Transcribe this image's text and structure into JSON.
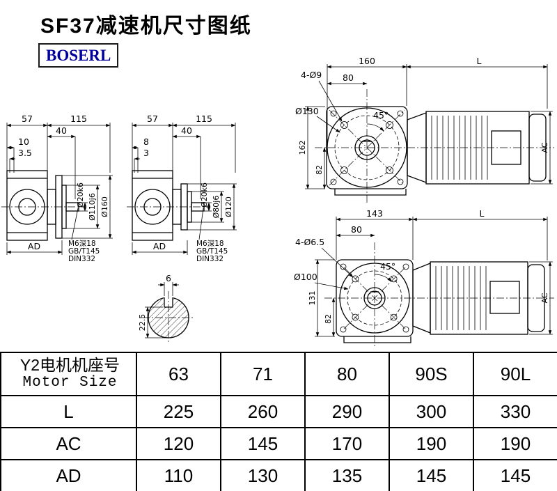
{
  "page": {
    "title": "SF37减速机尺寸图纸",
    "brand": "BOSERL"
  },
  "viewA": {
    "dim57": "57",
    "dim115": "115",
    "dim40": "40",
    "dim10": "10",
    "dim3_5": "3.5",
    "shaft_dia": "Ø20k6",
    "spigot_dia": "Ø110j6",
    "flange_dia": "Ø160",
    "dimAD": "AD",
    "note1": "M6深18",
    "note2": "GB/T145",
    "note3": "DIN332"
  },
  "viewB": {
    "dim57": "57",
    "dim115": "115",
    "dim40": "40",
    "dim8": "8",
    "dim3": "3",
    "shaft_dia": "Ø20k6",
    "spigot_dia": "Ø80j6",
    "flange_dia": "Ø120",
    "dimAD": "AD",
    "note1": "M6深18",
    "note2": "GB/T145",
    "note3": "DIN332"
  },
  "viewC": {
    "dim160": "160",
    "dim80": "80",
    "dimL": "L",
    "dim162": "162",
    "dim82": "82",
    "dimAC": "AC",
    "holes": "4-Ø9",
    "bolt_circle": "Ø130",
    "angle": "45°"
  },
  "viewD": {
    "dim143": "143",
    "dim80": "80",
    "dimL": "L",
    "dim131": "131",
    "dim82": "82",
    "dimAC": "AC",
    "holes": "4-Ø6.5",
    "bolt_circle": "Ø100",
    "angle": "45°"
  },
  "shaftSection": {
    "dim6": "6",
    "dim22_5": "22.5"
  },
  "table": {
    "header_cn": "Y2电机机座号",
    "header_en": "Motor Size",
    "columns": [
      "63",
      "71",
      "80",
      "90S",
      "90L"
    ],
    "rows": [
      {
        "label": "L",
        "values": [
          "225",
          "260",
          "290",
          "300",
          "330"
        ]
      },
      {
        "label": "AC",
        "values": [
          "120",
          "145",
          "170",
          "190",
          "190"
        ]
      },
      {
        "label": "AD",
        "values": [
          "110",
          "130",
          "135",
          "145",
          "145"
        ]
      }
    ]
  }
}
